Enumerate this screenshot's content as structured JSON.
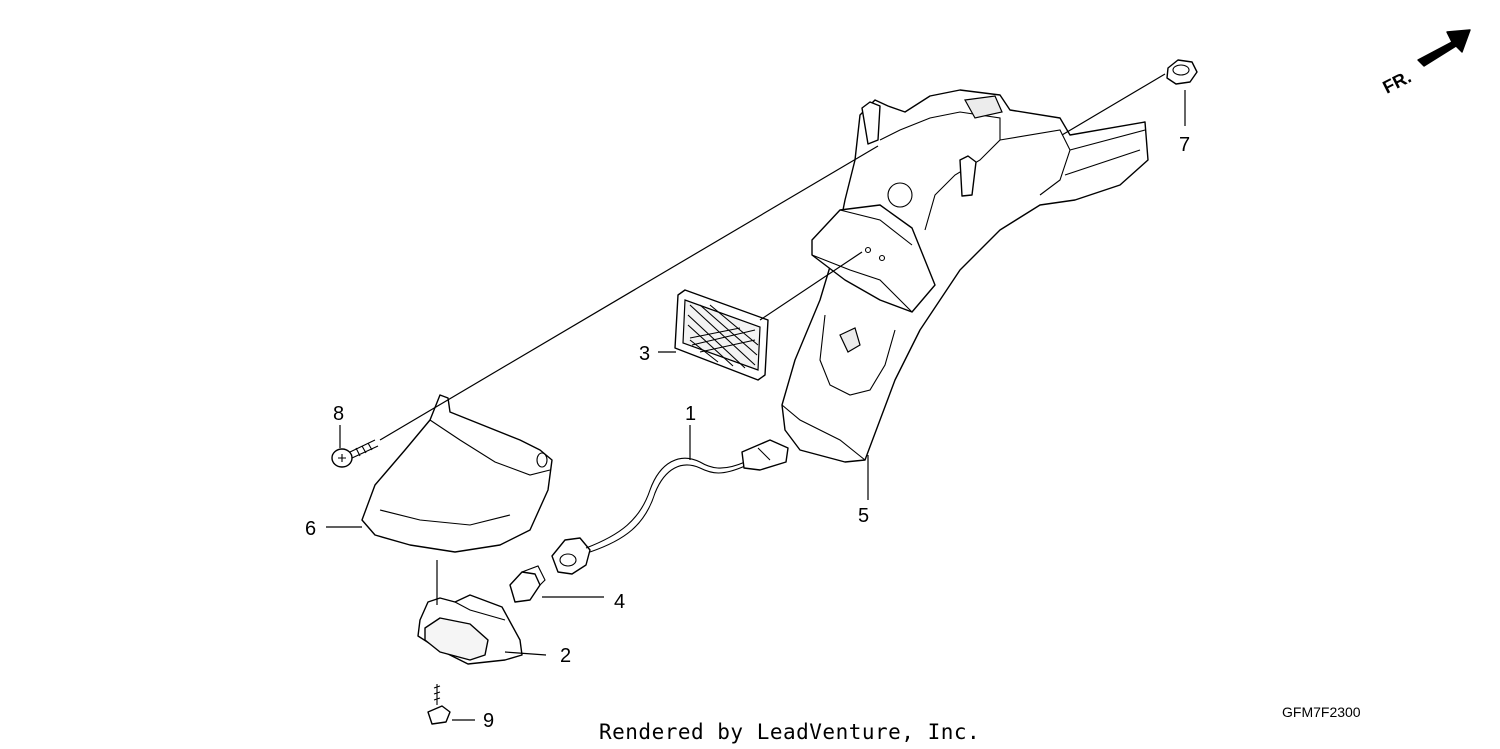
{
  "diagram": {
    "code": "GFM7F2300",
    "footer": "Rendered by LeadVenture, Inc.",
    "direction_label": "FR."
  },
  "callouts": [
    {
      "id": "1",
      "label": "1"
    },
    {
      "id": "2",
      "label": "2"
    },
    {
      "id": "3",
      "label": "3"
    },
    {
      "id": "4",
      "label": "4"
    },
    {
      "id": "5",
      "label": "5"
    },
    {
      "id": "6",
      "label": "6"
    },
    {
      "id": "7",
      "label": "7"
    },
    {
      "id": "8",
      "label": "8"
    },
    {
      "id": "9",
      "label": "9"
    }
  ]
}
